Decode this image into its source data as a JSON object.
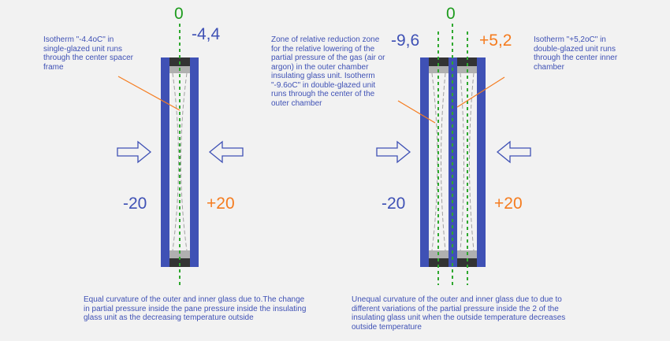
{
  "colors": {
    "background": "#f2f2f2",
    "glass": "#3f51b5",
    "isotherm": "#2fa82f",
    "leader": "#f57c1f",
    "spacer": "#333333",
    "spacer_light": "#b0b0b0",
    "curve": "#a0a0a0",
    "text_cold": "#3f51b5",
    "text_warm": "#f57c1f",
    "text_zero": "#1e9c1e"
  },
  "icons": {
    "arrow_outside": "arrow-right-outline-icon",
    "arrow_inside": "arrow-left-outline-icon"
  },
  "left": {
    "zero": "0",
    "isotherm_value": "-4,4",
    "outside_temp": "-20",
    "inside_temp": "+20",
    "note": "Isotherm \"-4.4oC\" in single-glazed unit runs through the center spacer frame",
    "caption": "Equal curvature of the outer and inner glass due to.The change in partial pressure inside the pane pressure inside the insulating glass unit as the decreasing temperature outside"
  },
  "right": {
    "zero": "0",
    "isotherm_outer": "-9,6",
    "isotherm_inner": "+5,2",
    "outside_temp": "-20",
    "inside_temp": "+20",
    "note_zone": "Zone of relative reduction zone for the relative lowering of the partial pressure of the gas (air or argon) in the outer chamber insulating glass unit. Isotherm \"-9.6oC\" in double-glazed unit runs through the center of the outer chamber",
    "note_inner": "Isotherm \"+5,2oC\" in double-glazed unit runs through the center inner chamber",
    "caption": "Unequal curvature of the outer and inner glass due to due to different variations of the partial pressure inside the 2 of the insulating glass unit when the outside temperature decreases outside temperature"
  }
}
